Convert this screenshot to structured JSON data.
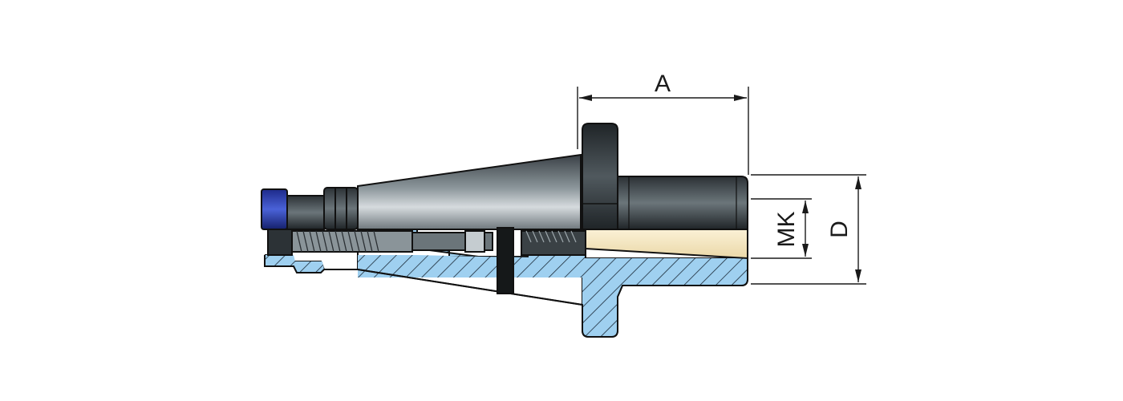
{
  "diagram": {
    "labels": {
      "a": "A",
      "mk": "MK",
      "d": "D"
    },
    "colors": {
      "section_fill": "#9fd0f0",
      "bore_fill": "#f6e8c4",
      "steel_dark": "#2e3438",
      "steel_mid": "#7d878d",
      "steel_light": "#c9cfd3",
      "nut_blue": "#2a3fb0",
      "hatch": "#1b2a38"
    }
  }
}
